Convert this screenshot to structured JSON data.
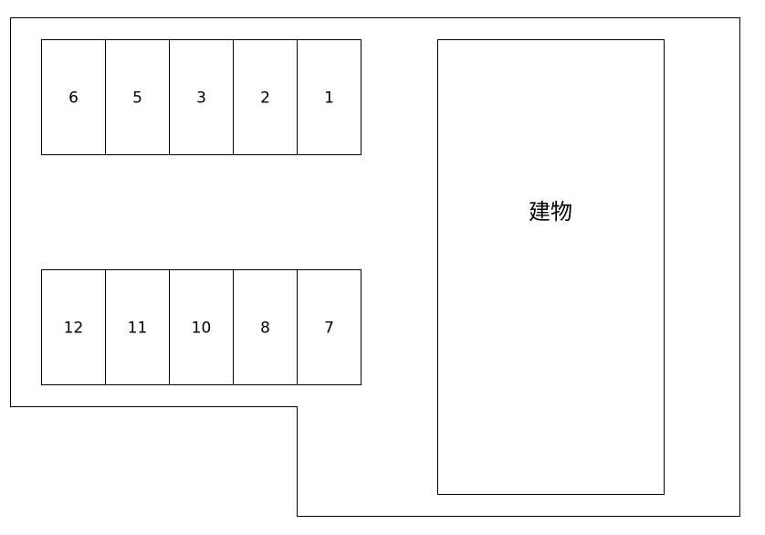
{
  "parking_rows": [
    {
      "spaces": [
        "6",
        "5",
        "3",
        "2",
        "1"
      ]
    },
    {
      "spaces": [
        "12",
        "11",
        "10",
        "8",
        "7"
      ]
    }
  ],
  "building": {
    "label": "建物"
  },
  "colors": {
    "line": "#000000",
    "background": "#ffffff"
  }
}
